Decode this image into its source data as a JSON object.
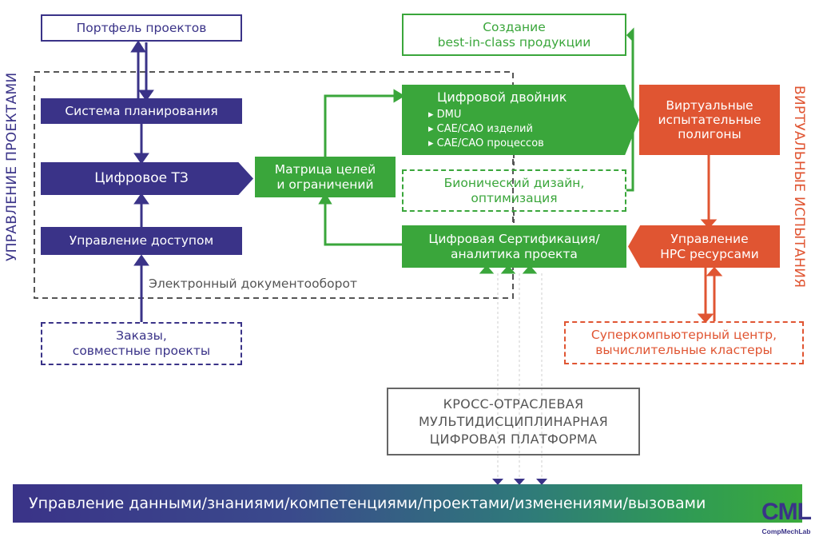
{
  "colors": {
    "navy": "#3a3388",
    "green": "#3aa63b",
    "orange": "#e05532",
    "gray_dash": "#555555",
    "platform_border": "#666666"
  },
  "left_section": {
    "vertical_label": "УПРАВЛЕНИЕ ПРОЕКТАМИ",
    "portfolio": "Портфель проектов",
    "planning_system": "Система планирования",
    "digital_tz": "Цифровое ТЗ",
    "access_management": "Управление доступом",
    "edms": "Электронный документооборот",
    "orders_line1": "Заказы,",
    "orders_line2": "совместные проекты"
  },
  "center_section": {
    "matrix_line1": "Матрица целей",
    "matrix_line2": "и ограничений",
    "best_in_class_line1": "Создание",
    "best_in_class_line2": "best-in-class продукции",
    "digital_twin": {
      "title": "Цифровой двойник",
      "items": [
        "DMU",
        "CAE/CAO изделий",
        "CAE/CAO процессов"
      ]
    },
    "bionic_line1": "Бионический дизайн,",
    "bionic_line2": "оптимизация",
    "certification_line1": "Цифровая Сертификация/",
    "certification_line2": "аналитика проекта"
  },
  "right_section": {
    "vertical_label": "ВИРТУАЛЬНЫЕ ИСПЫТАНИЯ",
    "polygons_line1": "Виртуальные",
    "polygons_line2": "испытательные",
    "polygons_line3": "полигоны",
    "hpc_line1": "Управление",
    "hpc_line2": "HPC ресурсами",
    "supercomputer_line1": "Суперкомпьютерный центр,",
    "supercomputer_line2": "вычислительные кластеры"
  },
  "platform": {
    "line1": "КРОСС-ОТРАСЛЕВАЯ",
    "line2": "МУЛЬТИДИСЦИПЛИНАРНАЯ",
    "line3": "ЦИФРОВАЯ ПЛАТФОРМА"
  },
  "bottom_bar": {
    "text": "Управление данными/знаниями/компетенциями/проектами/изменениями/вызовами"
  },
  "logo": {
    "mark": "CML",
    "name": "CompMechLab"
  }
}
